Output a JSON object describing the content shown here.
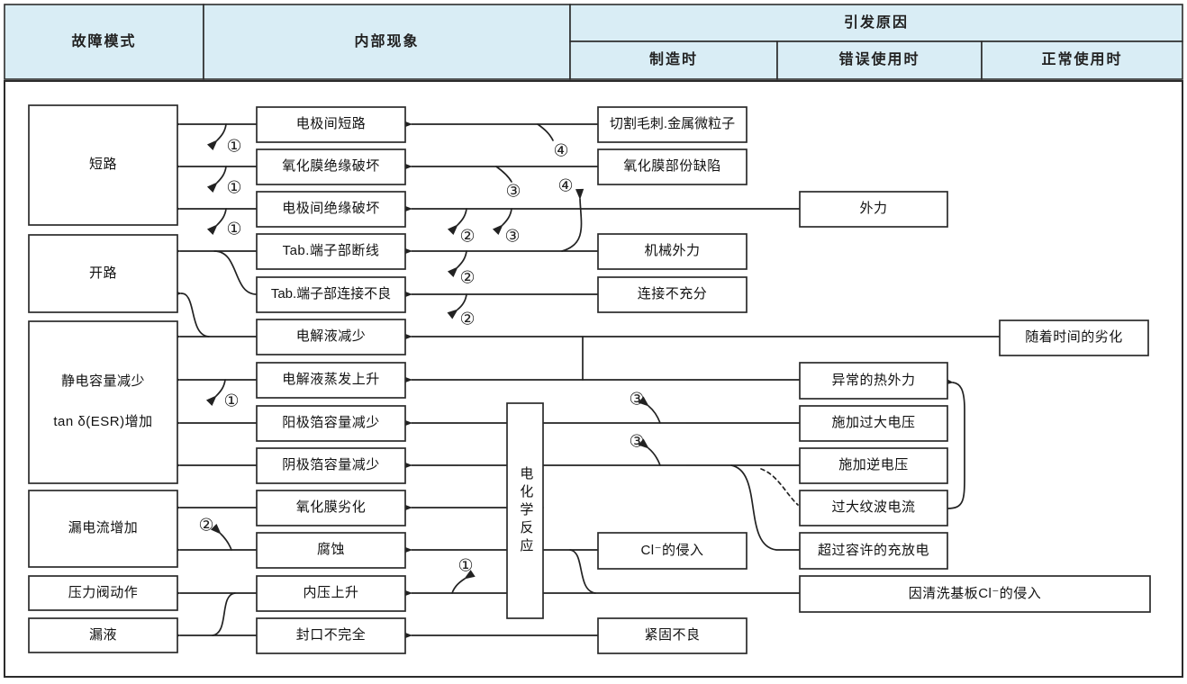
{
  "header": {
    "failure_mode": "故障模式",
    "internal_phenomenon": "内部现象",
    "trigger_cause": "引发原因",
    "manufacturing": "制造时",
    "misuse": "错误使用时",
    "normal_use": "正常使用时"
  },
  "failure_modes": {
    "short": "短路",
    "open": "开路",
    "cap_decrease": "静电容量减少",
    "esr": "tan δ(ESR)增加",
    "leakage": "漏电流增加",
    "valve": "压力阀动作",
    "leak": "漏液"
  },
  "phenomena": {
    "p1": "电极间短路",
    "p2": "氧化膜绝缘破坏",
    "p3": "电极间绝缘破坏",
    "p4": "Tab.端子部断线",
    "p5": "Tab.端子部连接不良",
    "p6": "电解液减少",
    "p7": "电解液蒸发上升",
    "p8": "阳极箔容量减少",
    "p9": "阴极箔容量减少",
    "p10": "氧化膜劣化",
    "p11": "腐蚀",
    "p12": "内压上升",
    "p13": "封口不完全"
  },
  "hub": {
    "reaction": "电化学反应"
  },
  "causes_manufacturing": {
    "c1": "切割毛刺.金属微粒子",
    "c2": "氧化膜部份缺陷",
    "c3": "机械外力",
    "c4": "连接不充分",
    "c5": "Cl⁻的侵入",
    "c6": "紧固不良"
  },
  "causes_misuse": {
    "c1": "外力",
    "c2": "异常的热外力",
    "c3": "施加过大电压",
    "c4": "施加逆电压",
    "c5": "过大纹波电流",
    "c6": "超过容许的充放电",
    "c7": "因清洗基板Cl⁻的侵入"
  },
  "causes_normal": {
    "c1": "随着时间的劣化"
  },
  "marks": {
    "m1": "①",
    "m2": "②",
    "m3": "③",
    "m4": "④"
  },
  "colors": {
    "header_fill": "#d9edf5",
    "line": "#222222"
  }
}
